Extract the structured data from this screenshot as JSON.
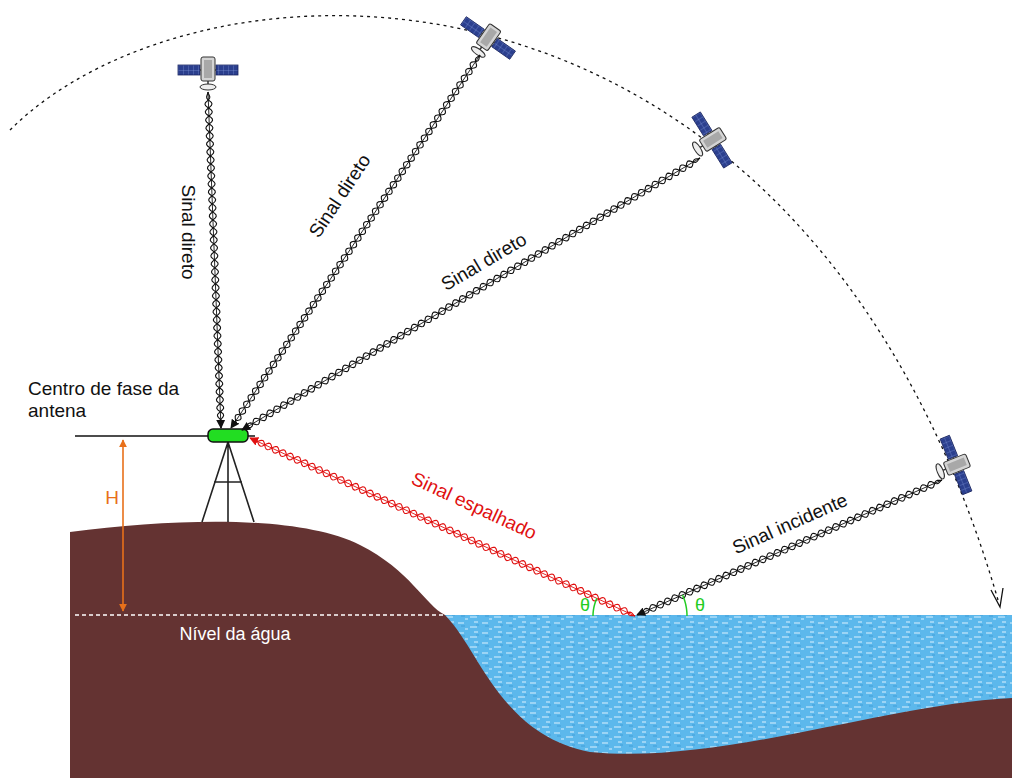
{
  "diagram": {
    "labels": [
      "Sinal direto",
      "Sinal direto",
      "Sinal direto",
      "Centro de fase da antena",
      "H",
      "Sinal espalhado",
      "θ",
      "Sinal incidente",
      "θ",
      "Nível da água"
    ]
  }
}
